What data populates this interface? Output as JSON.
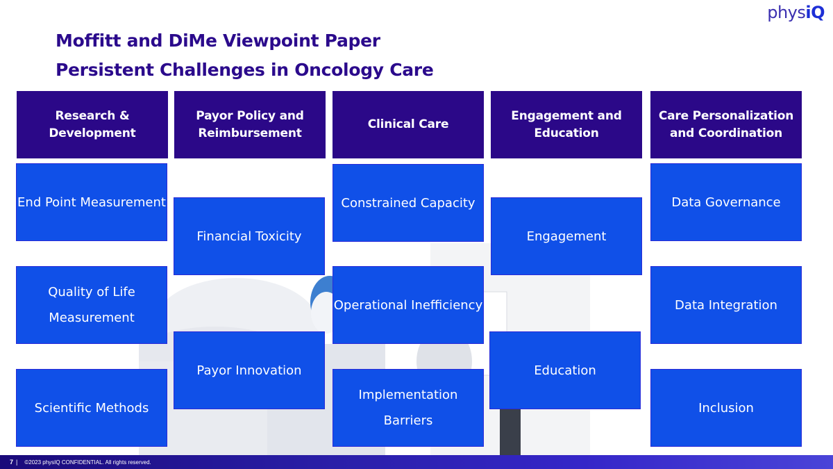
{
  "logo": {
    "prefix": "phys",
    "suffix": "iQ"
  },
  "title": {
    "line1": "Moffitt and DiMe Viewpoint Paper",
    "line2": "Persistent Challenges in Oncology Care"
  },
  "columns": [
    {
      "header": "Research & Development",
      "items": [
        "End Point Measurement",
        "Quality of Life Measurement",
        "Scientific Methods"
      ]
    },
    {
      "header": "Payor Policy and Reimbursement",
      "items": [
        "Financial Toxicity",
        "Payor Innovation"
      ]
    },
    {
      "header": "Clinical Care",
      "items": [
        "Constrained Capacity",
        "Operational Inefficiency",
        "Implementation Barriers"
      ]
    },
    {
      "header": "Engagement and Education",
      "items": [
        "Engagement",
        "Education"
      ]
    },
    {
      "header": "Care Personalization and Coordination",
      "items": [
        "Data Governance",
        "Data Integration",
        "Inclusion"
      ]
    }
  ],
  "footer": {
    "page": "7",
    "separator": "|",
    "copyright": "©2023 physIQ CONFIDENTIAL. All rights reserved."
  },
  "colors": {
    "title": "#2b0a8c",
    "header_bg": "#2b0888",
    "card_bg": "#1050e8"
  }
}
